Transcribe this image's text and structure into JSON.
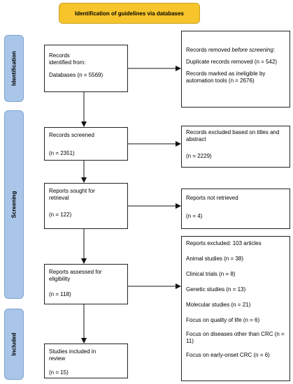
{
  "header": {
    "title": "Identification of guidelines via databases"
  },
  "phases": {
    "identification": "Identification",
    "screening": "Screening",
    "included": "Included"
  },
  "boxes": {
    "records_identified": {
      "line1": "Records identified from:",
      "line2": "Databases (n = 5569)"
    },
    "records_removed": {
      "line1_prefix": "Records removed ",
      "line1_em": "before screening",
      "line1_suffix": ":",
      "line2": "Duplicate records removed (n = 542)",
      "line3": "Records marked as ineligible by automation tools (n = 2676)"
    },
    "records_screened": {
      "line1": "Records screened",
      "line2": "(n = 2351)"
    },
    "records_excluded": {
      "line1": "Records excluded based on titles and abstract",
      "line2": "(n = 2229)"
    },
    "reports_sought": {
      "line1": "Reports sought for retrieval",
      "line2": "(n = 122)"
    },
    "reports_not_retrieved": {
      "line1": "Reports not retrieved",
      "line2": "(n = 4)"
    },
    "reports_assessed": {
      "line1": "Reports assessed for eligibility",
      "line2": "(n = 118)"
    },
    "reports_excluded": {
      "title": "Reports excluded: 103 articles",
      "items": [
        "Animal studies (n = 38)",
        "Clinical trials (n = 8)",
        "Genetic studies (n = 13)",
        "Molecular studies (n = 21)",
        "Focus on quality of life (n = 6)",
        "Focus on diseases other than CRC (n = 11)",
        "Focus on early-onset CRC (n = 6)"
      ]
    },
    "studies_included": {
      "line1": "Studies included in review",
      "line2": "(n = 15)"
    }
  }
}
